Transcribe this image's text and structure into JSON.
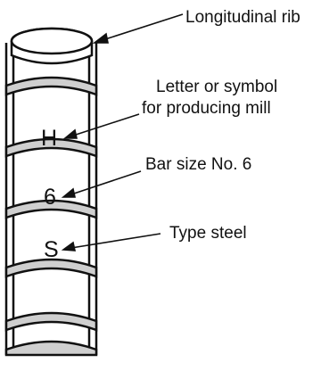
{
  "labels": {
    "rib": "Longitudinal rib",
    "mill_line1": "Letter or symbol",
    "mill_line2": "for producing mill",
    "size": "Bar size No. 6",
    "type": "Type steel"
  },
  "markings": {
    "mill": "H",
    "size": "6",
    "type": "S"
  },
  "colors": {
    "line": "#111111",
    "band_shade": "#cfcfcf",
    "body": "#ffffff"
  }
}
